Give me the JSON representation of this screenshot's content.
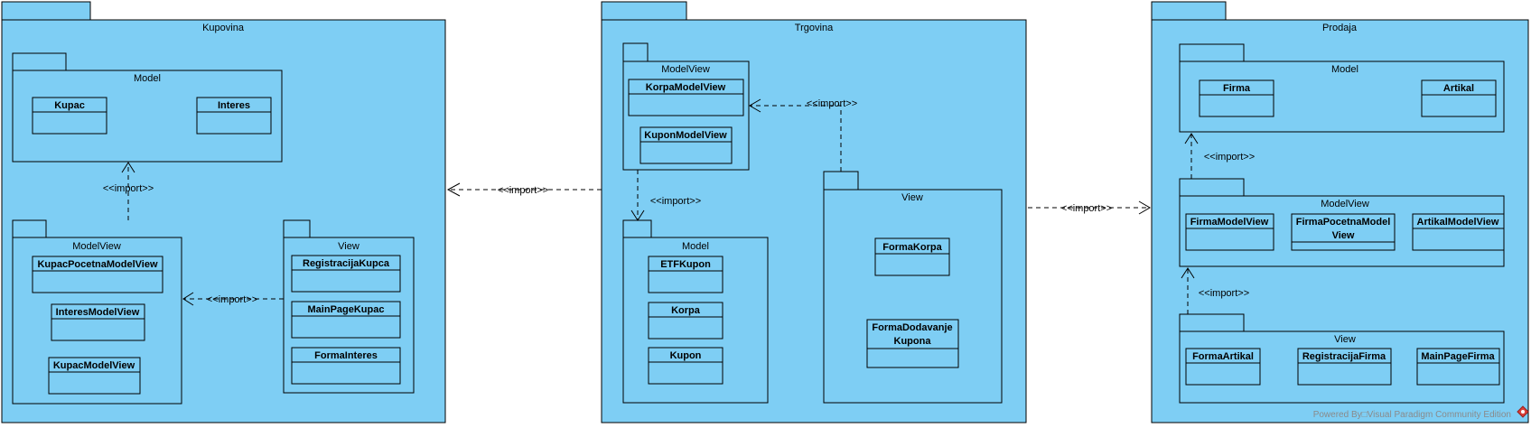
{
  "packages": {
    "kupovina": {
      "name": "Kupovina",
      "model": {
        "name": "Model",
        "classes": [
          "Kupac",
          "Interes"
        ]
      },
      "modelview": {
        "name": "ModelView",
        "classes": [
          "KupacPocetnaModelView",
          "InteresModelView",
          "KupacModelView"
        ]
      },
      "view": {
        "name": "View",
        "classes": [
          "RegistracijaKupca",
          "MainPageKupac",
          "FormaInteres"
        ]
      }
    },
    "trgovina": {
      "name": "Trgovina",
      "modelview": {
        "name": "ModelView",
        "classes": [
          "KorpaModelView",
          "KuponModelView"
        ]
      },
      "model": {
        "name": "Model",
        "classes": [
          "ETFKupon",
          "Korpa",
          "Kupon"
        ]
      },
      "view": {
        "name": "View",
        "classes": [
          "FormaKorpa",
          "FormaDodavanje",
          "Kupona"
        ]
      }
    },
    "prodaja": {
      "name": "Prodaja",
      "model": {
        "name": "Model",
        "classes": [
          "Firma",
          "Artikal"
        ]
      },
      "modelview": {
        "name": "ModelView",
        "classes": [
          "FirmaModelView",
          "FirmaPocetnaModel",
          "View",
          "ArtikalModelView"
        ]
      },
      "view": {
        "name": "View",
        "classes": [
          "FormaArtikal",
          "RegistracijaFirma",
          "MainPageFirma"
        ]
      }
    }
  },
  "dependency_label": "<<import>>",
  "watermark": "Powered By□Visual Paradigm Community Edition"
}
